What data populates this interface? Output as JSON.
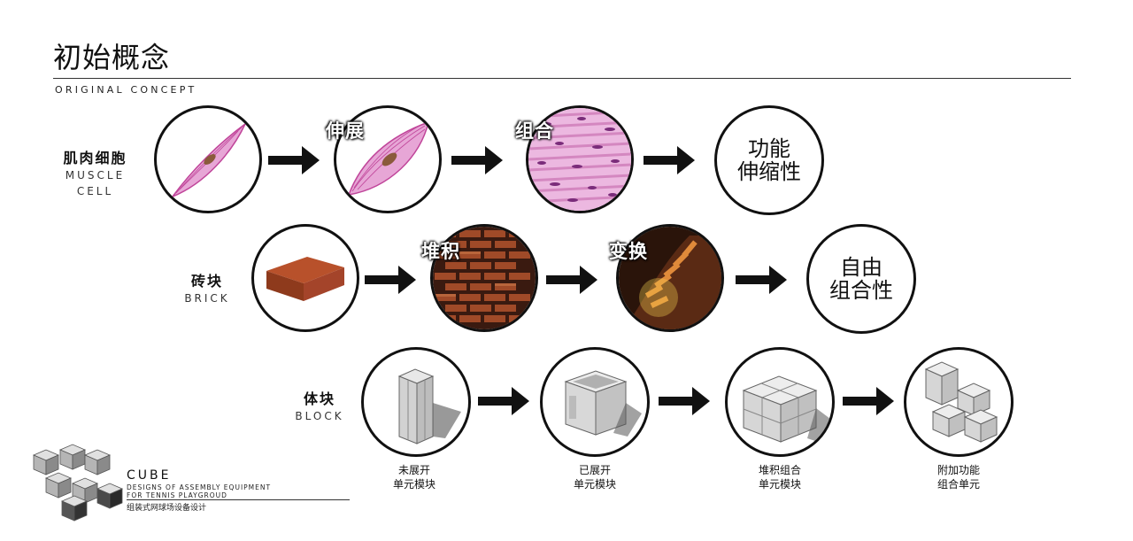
{
  "header": {
    "title": "初始概念",
    "subtitle": "ORIGINAL CONCEPT"
  },
  "rows": {
    "muscle": {
      "label_zh": "肌肉细胞",
      "label_en_1": "MUSCLE",
      "label_en_2": "CELL",
      "step2_label": "伸展",
      "step3_label": "组合",
      "result_1": "功能",
      "result_2": "伸缩性"
    },
    "brick": {
      "label_zh": "砖块",
      "label_en": "BRICK",
      "step2_label": "堆积",
      "step3_label": "变换",
      "result_1": "自由",
      "result_2": "组合性"
    },
    "block": {
      "label_zh": "体块",
      "label_en": "BLOCK",
      "captions": [
        {
          "line1": "未展开",
          "line2": "单元模块"
        },
        {
          "line1": "已展开",
          "line2": "单元模块"
        },
        {
          "line1": "堆积组合",
          "line2": "单元模块"
        },
        {
          "line1": "附加功能",
          "line2": "组合单元"
        }
      ]
    }
  },
  "logo": {
    "name": "CUBE",
    "line1": "DESIGNS OF ASSEMBLY EQUIPMENT",
    "line2": "FOR TENNIS PLAYGROUD",
    "line3": "组装式网球场设备设计"
  },
  "colors": {
    "ink": "#111111",
    "muscle_pink": "#d95fb0",
    "brick_red": "#9c3b1e",
    "tissue_pink": "#e7a6d6"
  }
}
